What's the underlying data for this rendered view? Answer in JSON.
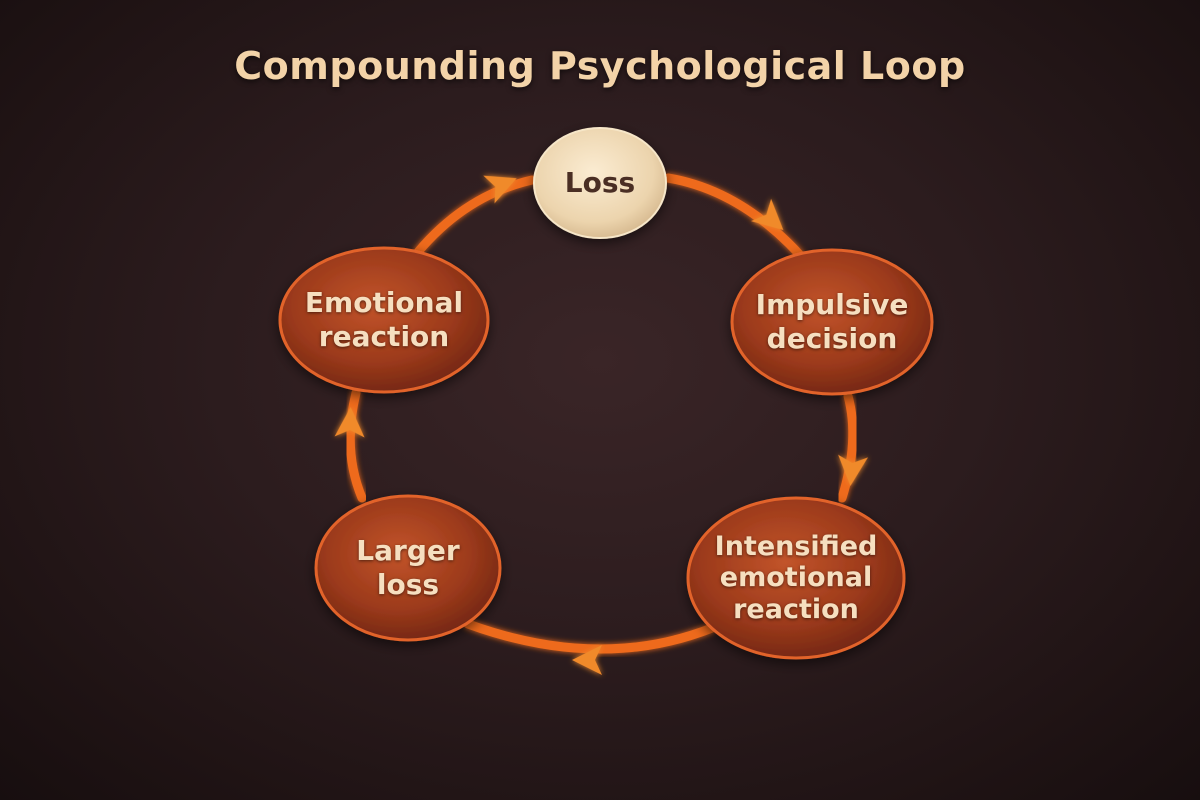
{
  "title": "Compounding Psychological Loop",
  "colors": {
    "title": "#f3d3a8",
    "arrow": "#ee6a1c",
    "loss_fill": "#f0dcba",
    "loss_text": "#4a2e24",
    "node_fill": "#a63e1c",
    "node_text": "#f6dfc0"
  },
  "nodes": [
    {
      "id": "loss",
      "label": "Loss"
    },
    {
      "id": "impulsive",
      "label": "Impulsive\ndecision"
    },
    {
      "id": "intensified",
      "label": "Intensified\nemotional\nreaction"
    },
    {
      "id": "larger",
      "label": "Larger\nloss"
    },
    {
      "id": "emotional",
      "label": "Emotional\nreaction"
    }
  ],
  "edges": [
    {
      "from": "loss",
      "to": "impulsive"
    },
    {
      "from": "impulsive",
      "to": "intensified"
    },
    {
      "from": "intensified",
      "to": "larger"
    },
    {
      "from": "larger",
      "to": "emotional"
    },
    {
      "from": "emotional",
      "to": "loss"
    }
  ]
}
